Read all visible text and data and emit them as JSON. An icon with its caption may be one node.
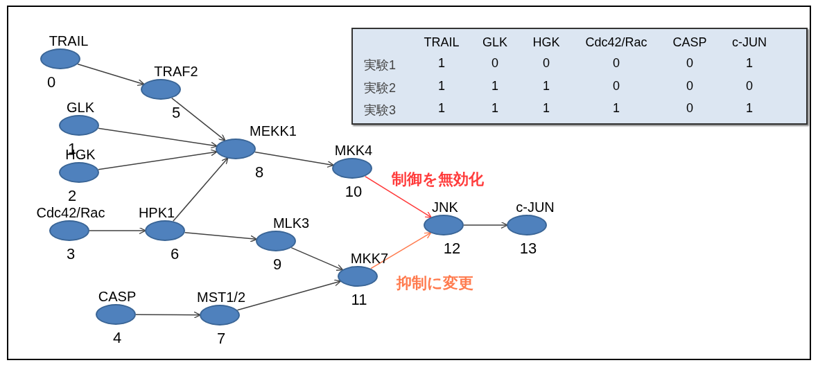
{
  "diagram": {
    "nodes": [
      {
        "text": [
          "TRAIL"
        ],
        "beside": [
          "0"
        ]
      },
      {
        "text": [
          "GLK"
        ],
        "beside": [
          "1"
        ]
      },
      {
        "text": [
          "HGK"
        ],
        "beside": [
          "2"
        ]
      },
      {
        "text": [
          "Cdc42/Rac"
        ],
        "beside": [
          "3"
        ]
      },
      {
        "text": [
          "CASP"
        ],
        "beside": [
          "4"
        ]
      },
      {
        "text": [
          "TRAF2"
        ],
        "beside": [
          "5"
        ]
      },
      {
        "text": [
          "HPK1"
        ],
        "beside": [
          "6"
        ]
      },
      {
        "text": [
          "MST1/2"
        ],
        "beside": [
          "7"
        ]
      },
      {
        "text": [
          "MEKK1"
        ],
        "beside": [
          "8"
        ]
      },
      {
        "text": [
          "MLK3"
        ],
        "beside": [
          "9"
        ]
      },
      {
        "text": [
          "MKK4"
        ],
        "beside": [
          "10"
        ]
      },
      {
        "text": [
          "MKK7"
        ],
        "beside": [
          "11"
        ]
      },
      {
        "text": [
          "JNK"
        ],
        "beside": [
          "12"
        ]
      },
      {
        "text": [
          "c-JUN"
        ],
        "beside": [
          "13"
        ]
      }
    ],
    "edges": [
      {
        "from": 0,
        "to": 5,
        "arrow": "to"
      },
      {
        "from": 5,
        "to": 8,
        "arrow": "to"
      },
      {
        "from": 1,
        "to": 8,
        "arrow": "to"
      },
      {
        "from": 2,
        "to": 8,
        "arrow": "to"
      },
      {
        "from": 6,
        "to": 8,
        "arrow": "to"
      },
      {
        "from": 3,
        "to": 6,
        "arrow": "to"
      },
      {
        "from": 6,
        "to": 9,
        "arrow": "to"
      },
      {
        "from": 4,
        "to": 7,
        "arrow": "to"
      },
      {
        "from": 8,
        "to": 10,
        "arrow": "to"
      },
      {
        "from": 9,
        "to": 11,
        "arrow": "to"
      },
      {
        "from": 7,
        "to": 11,
        "arrow": "to"
      },
      {
        "from": 10,
        "to": 12,
        "arrow": "to",
        "label": "制御を無効化",
        "color": "#ff3b3b"
      },
      {
        "from": 11,
        "to": 12,
        "arrow": "to",
        "label": "抑制に変更",
        "color": "#ff7a4d"
      },
      {
        "from": 12,
        "to": 13,
        "arrow": "to"
      }
    ],
    "labels": [
      "TRAIL",
      "GLK",
      "HGK",
      "Cdc42/Rac",
      "CASP",
      "c-JUN",
      "実験1",
      "1",
      "0",
      "0",
      "0",
      "0",
      "1",
      "実験2",
      "1",
      "1",
      "1",
      "0",
      "0",
      "0",
      "実験3",
      "1",
      "1",
      "1",
      "1",
      "0",
      "1"
    ]
  }
}
